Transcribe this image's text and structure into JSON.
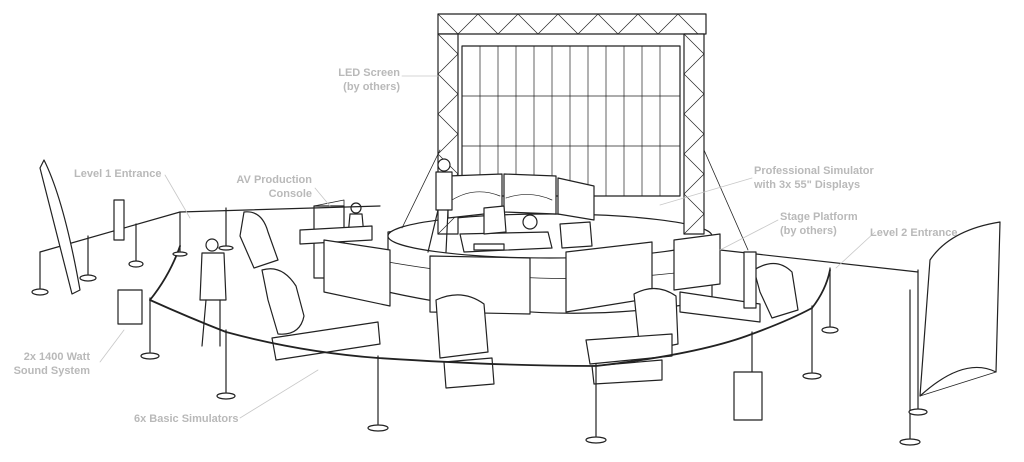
{
  "labels": {
    "led_screen": {
      "line1": "LED Screen",
      "line2": "(by others)"
    },
    "level1_entrance": {
      "line1": "Level 1 Entrance"
    },
    "av_console": {
      "line1": "AV Production",
      "line2": "Console"
    },
    "pro_simulator": {
      "line1": "Professional Simulator",
      "line2": "with 3x 55\" Displays"
    },
    "stage_platform": {
      "line1": "Stage Platform",
      "line2": "(by others)"
    },
    "level2_entrance": {
      "line1": "Level 2 Entrance"
    },
    "sound_system": {
      "line1": "2x 1400 Watt",
      "line2": "Sound System"
    },
    "basic_simulators": {
      "line1": "6x Basic Simulators"
    }
  },
  "colors": {
    "label": "#b9b9b9",
    "line": "#222222",
    "leader": "#c8c8c8"
  }
}
